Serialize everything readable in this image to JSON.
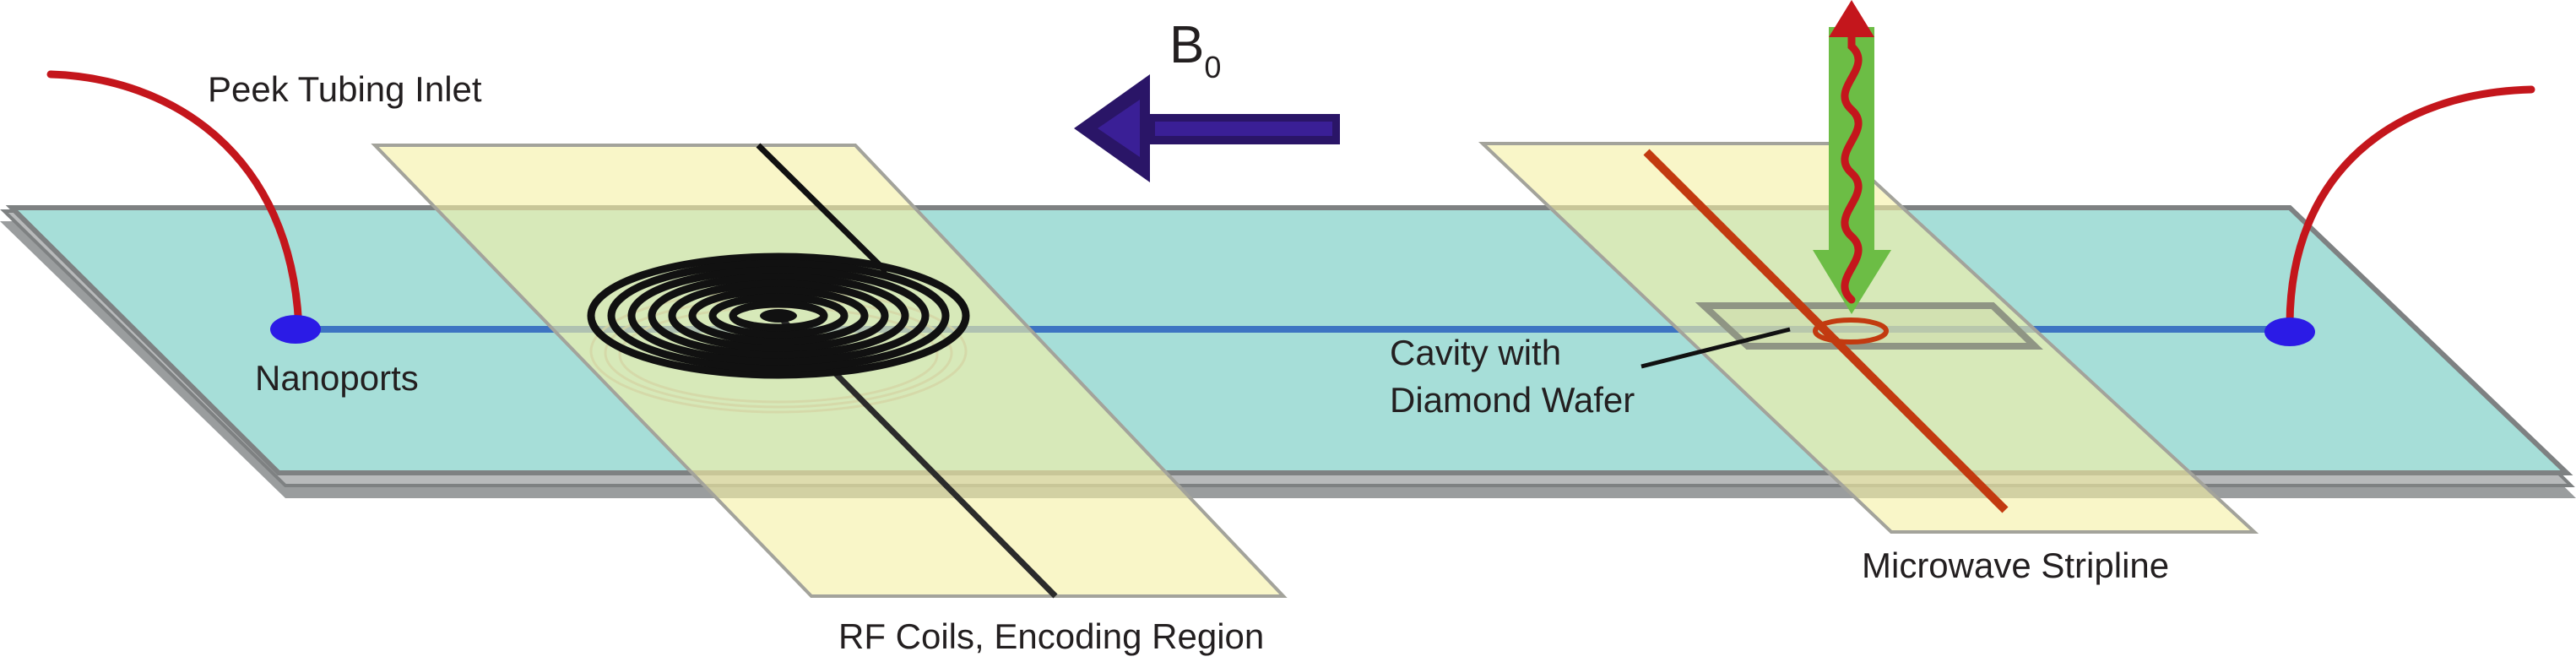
{
  "labels": {
    "inlet": "Peek Tubing Inlet",
    "nanoports": "Nanoports",
    "rf_coils": "RF Coils, Encoding Region",
    "cavity_line1": "Cavity with",
    "cavity_line2": "Diamond Wafer",
    "stripline": "Microwave Stripline",
    "field": "B",
    "field_sub": "0"
  },
  "colors": {
    "channel_plate": "#a6ded8",
    "plate_edge": "#8f9293",
    "encoding_region": "#f6f1a6",
    "flow_channel": "#3d74c2",
    "tubing": "#c4161c",
    "nanoport": "#2b1be6",
    "rf_coil": "#111111",
    "stripline": "#c23a10",
    "laser": "#6cbd45",
    "field_arrow": "#2a1567"
  },
  "icons": {
    "field_arrow": "left-arrow-icon",
    "laser_beam": "down-arrow-icon",
    "emission": "wavy-up-arrow-icon"
  }
}
